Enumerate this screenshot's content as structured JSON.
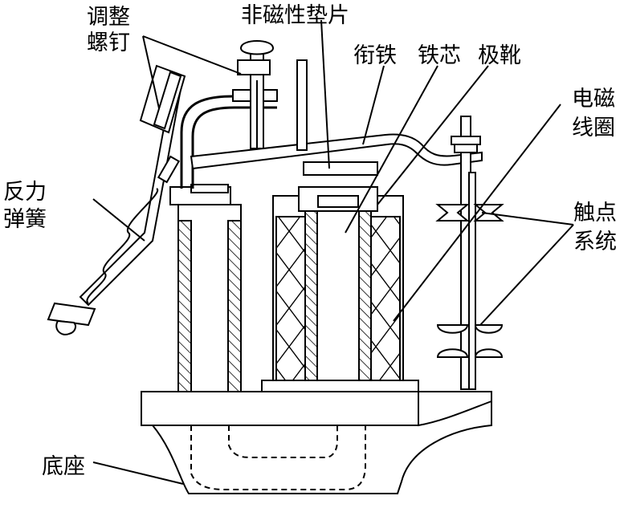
{
  "labels": {
    "adjust_screw_1": "调整",
    "adjust_screw_2": "螺钉",
    "nonmagnetic_shim": "非磁性垫片",
    "armature": "衔铁",
    "core": "铁芯",
    "pole_shoe": "极靴",
    "coil_1": "电磁",
    "coil_2": "线圈",
    "spring_1": "反力",
    "spring_2": "弹簧",
    "contacts_1": "触点",
    "contacts_2": "系统",
    "base": "底座"
  }
}
